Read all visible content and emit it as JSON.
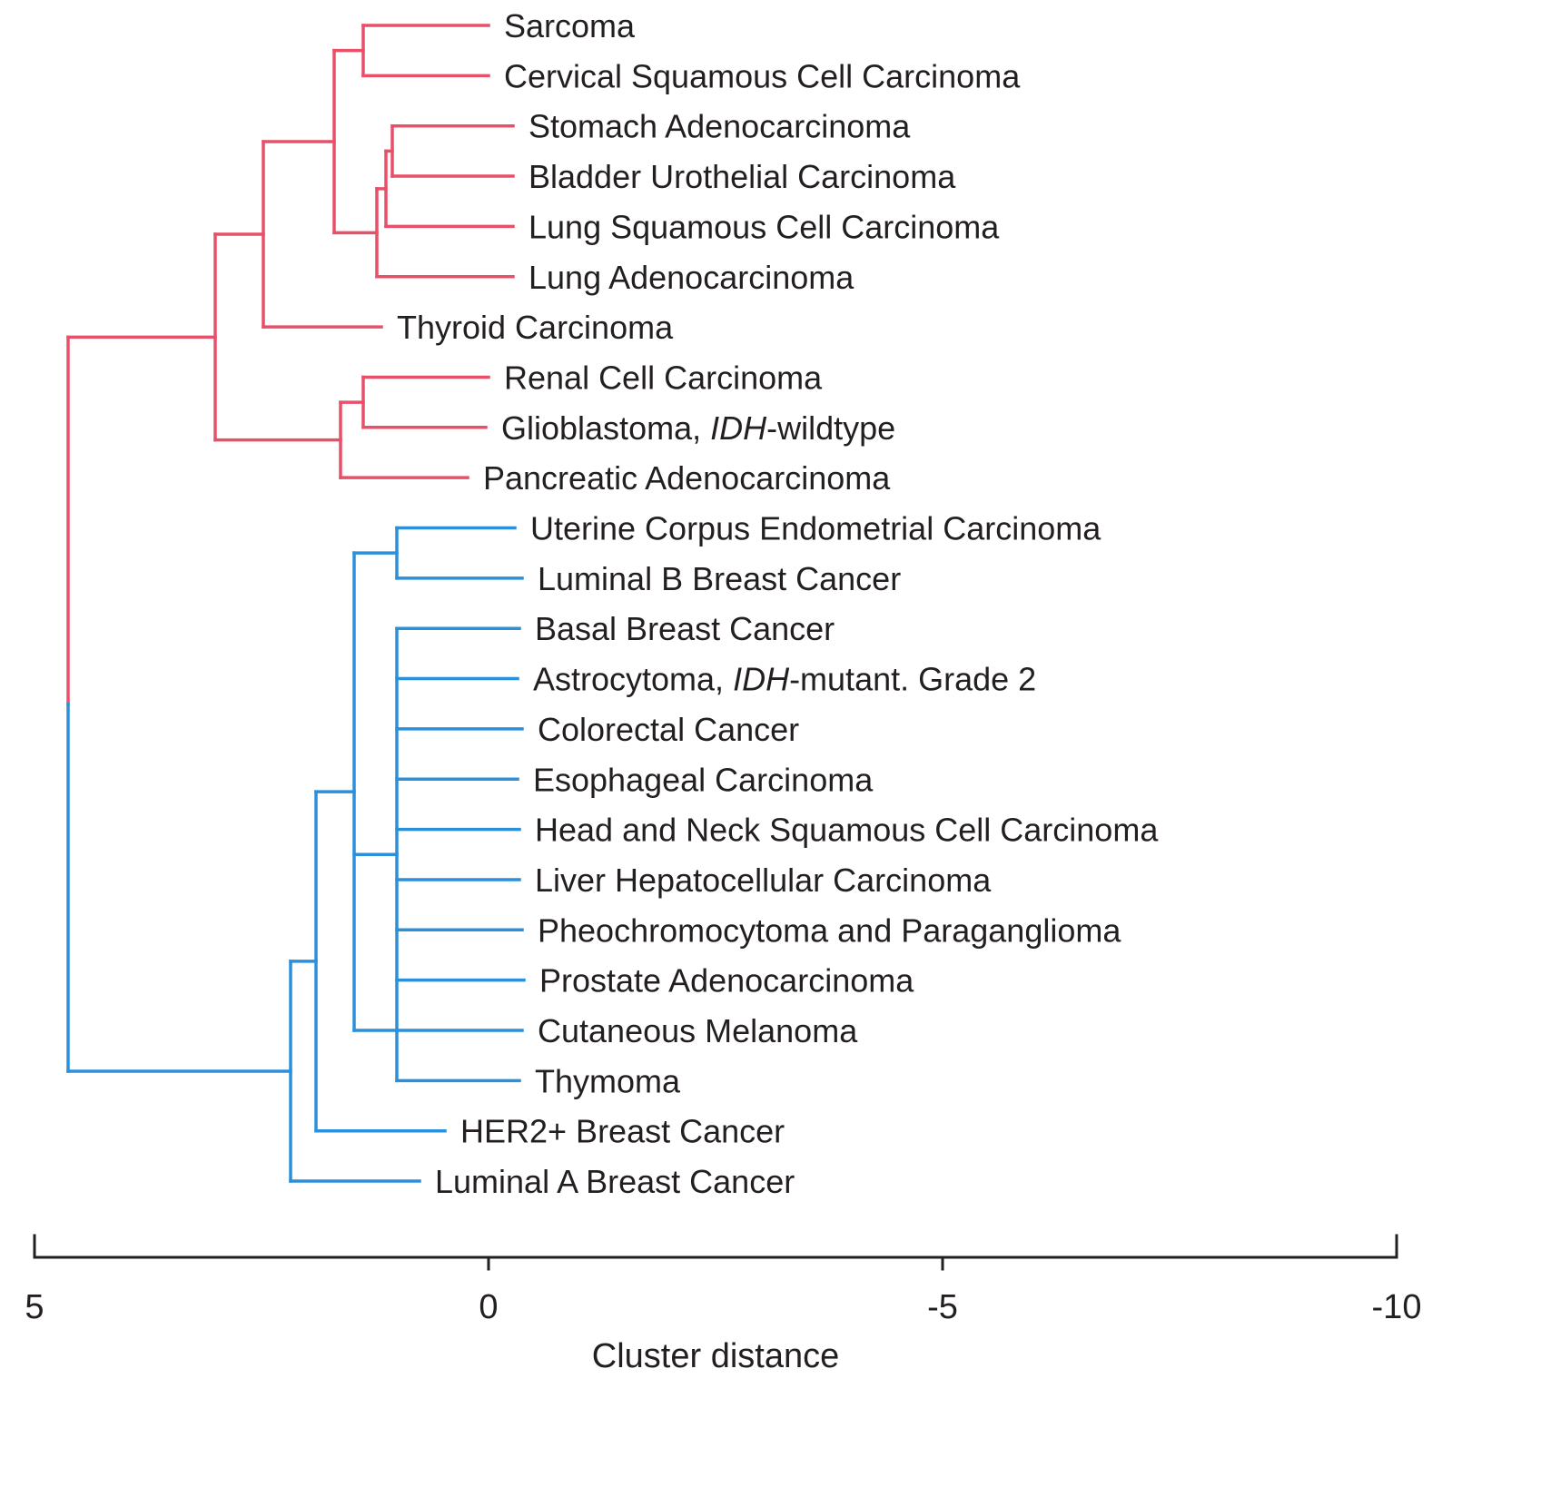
{
  "figure": {
    "background": "#ffffff"
  },
  "chart_data": {
    "type": "dendrogram",
    "orientation": "left-to-right",
    "title": "",
    "xlabel": "Cluster distance",
    "x_ticks": [
      5,
      0,
      -5,
      -10
    ],
    "x_tick_labels": [
      "5",
      "0",
      "-5",
      "-10"
    ],
    "x_range": [
      5,
      -10
    ],
    "grid": false,
    "legend": "none",
    "colors": {
      "red": "#e8506a",
      "blue": "#2b90d9",
      "text": "#231f20",
      "axis": "#231f20"
    },
    "leaves": [
      {
        "id": "sarcoma",
        "label_parts": [
          {
            "t": "Sarcoma"
          }
        ],
        "tip": 0.0,
        "cluster": "red"
      },
      {
        "id": "cervical_scc",
        "label_parts": [
          {
            "t": "Cervical Squamous Cell Carcinoma"
          }
        ],
        "tip": 0.0,
        "cluster": "red"
      },
      {
        "id": "stomach_adeno",
        "label_parts": [
          {
            "t": "Stomach Adenocarcinoma"
          }
        ],
        "tip": -0.27,
        "cluster": "red"
      },
      {
        "id": "bladder_uc",
        "label_parts": [
          {
            "t": "Bladder Urothelial Carcinoma"
          }
        ],
        "tip": -0.27,
        "cluster": "red"
      },
      {
        "id": "lung_scc",
        "label_parts": [
          {
            "t": "Lung Squamous Cell Carcinoma"
          }
        ],
        "tip": -0.27,
        "cluster": "red"
      },
      {
        "id": "lung_adeno",
        "label_parts": [
          {
            "t": "Lung Adenocarcinoma"
          }
        ],
        "tip": -0.27,
        "cluster": "red"
      },
      {
        "id": "thyroid",
        "label_parts": [
          {
            "t": "Thyroid Carcinoma"
          }
        ],
        "tip": 1.18,
        "cluster": "red"
      },
      {
        "id": "renal",
        "label_parts": [
          {
            "t": "Renal Cell Carcinoma"
          }
        ],
        "tip": 0.0,
        "cluster": "red"
      },
      {
        "id": "gbm",
        "label_parts": [
          {
            "t": "Glioblastoma, "
          },
          {
            "t": "IDH",
            "italic": true
          },
          {
            "t": "-wildtype"
          }
        ],
        "tip": 0.03,
        "cluster": "red"
      },
      {
        "id": "pancreatic",
        "label_parts": [
          {
            "t": "Pancreatic Adenocarcinoma"
          }
        ],
        "tip": 0.23,
        "cluster": "red"
      },
      {
        "id": "uterine",
        "label_parts": [
          {
            "t": "Uterine Corpus Endometrial Carcinoma"
          }
        ],
        "tip": -0.29,
        "cluster": "blue"
      },
      {
        "id": "luminal_b",
        "label_parts": [
          {
            "t": "Luminal B Breast Cancer"
          }
        ],
        "tip": -0.37,
        "cluster": "blue"
      },
      {
        "id": "basal",
        "label_parts": [
          {
            "t": "Basal Breast Cancer"
          }
        ],
        "tip": -0.34,
        "cluster": "blue"
      },
      {
        "id": "astro",
        "label_parts": [
          {
            "t": "Astrocytoma, "
          },
          {
            "t": "IDH",
            "italic": true
          },
          {
            "t": "-mutant. Grade 2"
          }
        ],
        "tip": -0.32,
        "cluster": "blue"
      },
      {
        "id": "colorectal",
        "label_parts": [
          {
            "t": "Colorectal Cancer"
          }
        ],
        "tip": -0.37,
        "cluster": "blue"
      },
      {
        "id": "esophageal",
        "label_parts": [
          {
            "t": "Esophageal Carcinoma"
          }
        ],
        "tip": -0.32,
        "cluster": "blue"
      },
      {
        "id": "head_neck",
        "label_parts": [
          {
            "t": "Head and Neck Squamous Cell Carcinoma"
          }
        ],
        "tip": -0.34,
        "cluster": "blue"
      },
      {
        "id": "liver",
        "label_parts": [
          {
            "t": "Liver Hepatocellular Carcinoma"
          }
        ],
        "tip": -0.34,
        "cluster": "blue"
      },
      {
        "id": "pheo",
        "label_parts": [
          {
            "t": "Pheochromocytoma and Paraganglioma"
          }
        ],
        "tip": -0.37,
        "cluster": "blue"
      },
      {
        "id": "prostate",
        "label_parts": [
          {
            "t": "Prostate Adenocarcinoma"
          }
        ],
        "tip": -0.39,
        "cluster": "blue"
      },
      {
        "id": "melanoma",
        "label_parts": [
          {
            "t": "Cutaneous Melanoma"
          }
        ],
        "tip": -0.37,
        "cluster": "blue"
      },
      {
        "id": "thymoma",
        "label_parts": [
          {
            "t": "Thymoma"
          }
        ],
        "tip": -0.34,
        "cluster": "blue"
      },
      {
        "id": "her2",
        "label_parts": [
          {
            "t": "HER2+ Breast Cancer"
          }
        ],
        "tip": 0.48,
        "cluster": "blue"
      },
      {
        "id": "luminal_a",
        "label_parts": [
          {
            "t": "Luminal A Breast Cancer"
          }
        ],
        "tip": 0.76,
        "cluster": "blue"
      }
    ],
    "nodes": [
      {
        "id": "n_sar_cerv",
        "dist": 1.38,
        "children": [
          "sarcoma",
          "cervical_scc"
        ],
        "color": "red"
      },
      {
        "id": "n_sto_bla",
        "dist": 1.06,
        "children": [
          "stomach_adeno",
          "bladder_uc"
        ],
        "color": "red"
      },
      {
        "id": "n_sbl",
        "dist": 1.13,
        "children": [
          "n_sto_bla",
          "lung_scc"
        ],
        "color": "red"
      },
      {
        "id": "n_sbll",
        "dist": 1.23,
        "children": [
          "n_sbl",
          "lung_adeno"
        ],
        "color": "red"
      },
      {
        "id": "n_upper",
        "dist": 1.7,
        "children": [
          "n_sar_cerv",
          "n_sbll"
        ],
        "color": "red"
      },
      {
        "id": "n_thy",
        "dist": 2.48,
        "children": [
          "n_upper",
          "thyroid"
        ],
        "color": "red"
      },
      {
        "id": "n_ren_gbm",
        "dist": 1.38,
        "children": [
          "renal",
          "gbm"
        ],
        "color": "red"
      },
      {
        "id": "n_rgp",
        "dist": 1.63,
        "children": [
          "n_ren_gbm",
          "pancreatic"
        ],
        "color": "red"
      },
      {
        "id": "n_red",
        "dist": 3.01,
        "children": [
          "n_thy",
          "n_rgp"
        ],
        "color": "red"
      },
      {
        "id": "n_ut_lb",
        "dist": 1.01,
        "children": [
          "uterine",
          "luminal_b"
        ],
        "color": "blue"
      },
      {
        "id": "n_comb",
        "dist": 1.01,
        "children": [
          "basal",
          "astro",
          "colorectal",
          "esophageal",
          "head_neck",
          "liver",
          "pheo",
          "prostate",
          "thymoma"
        ],
        "color": "blue"
      },
      {
        "id": "n_mid",
        "dist": 1.48,
        "children": [
          "n_ut_lb",
          "n_comb",
          "melanoma"
        ],
        "color": "blue"
      },
      {
        "id": "n_her2",
        "dist": 1.9,
        "children": [
          "n_mid",
          "her2"
        ],
        "color": "blue"
      },
      {
        "id": "n_luma",
        "dist": 2.18,
        "children": [
          "n_her2",
          "luminal_a"
        ],
        "color": "blue"
      },
      {
        "id": "n_root",
        "dist": 4.63,
        "children": [
          "n_red",
          "n_luma"
        ],
        "split_colors": [
          "red",
          "blue"
        ]
      }
    ],
    "root_id": "n_root"
  }
}
